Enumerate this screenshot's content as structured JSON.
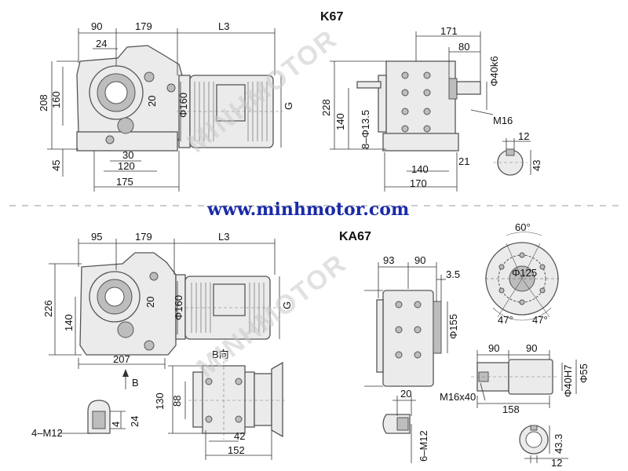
{
  "header": {
    "site_url": "www.minhmotor.com",
    "watermark": "MINHMOTOR"
  },
  "k67": {
    "title": "K67",
    "side_view": {
      "dims_top": [
        "90",
        "179",
        "L3"
      ],
      "dim_24": "24",
      "dims_left": [
        "208",
        "160",
        "45"
      ],
      "dims_inner": [
        "20",
        "Φ160"
      ],
      "dim_g": "G",
      "dims_bottom": [
        "30",
        "120",
        "175"
      ]
    },
    "front_view": {
      "dims_top": [
        "171",
        "80"
      ],
      "dims_left": [
        "228",
        "140"
      ],
      "hole_label": "8–Φ13.5",
      "shaft_dia": "Φ40k6",
      "thread": "M16",
      "dims_bottom": [
        "140",
        "21",
        "170"
      ]
    },
    "key_detail": {
      "width": "12",
      "height": "43"
    }
  },
  "ka67": {
    "title": "KA67",
    "side_view": {
      "dims_top": [
        "95",
        "179",
        "L3"
      ],
      "dims_left": [
        "226",
        "140"
      ],
      "dims_inner": [
        "20",
        "Φ160"
      ],
      "dim_g": "G",
      "dim_bottom": "207",
      "arrow_label": "B"
    },
    "bottom_view": {
      "view_label": "B向",
      "dims_left": [
        "130",
        "88"
      ],
      "dims_bottom": [
        "42",
        "152"
      ]
    },
    "thread_detail": {
      "label": "4–M12",
      "dims": [
        "4",
        "24"
      ]
    },
    "front_view": {
      "dims_top": [
        "93",
        "90"
      ],
      "dim_35": "3.5",
      "flange_dia": "Φ155"
    },
    "flange_view": {
      "angle_top": "60°",
      "pcd": "Φ125",
      "angles_bottom": [
        "47°",
        "47°"
      ]
    },
    "hollow_shaft": {
      "dims_top": [
        "90",
        "90"
      ],
      "bore": "Φ40H7",
      "outer": "Φ55",
      "thread": "M16x40",
      "length": "158"
    },
    "screw_detail": {
      "dim": "20",
      "label": "6–M12"
    },
    "key_detail": {
      "height": "43.3",
      "width": "12"
    }
  }
}
